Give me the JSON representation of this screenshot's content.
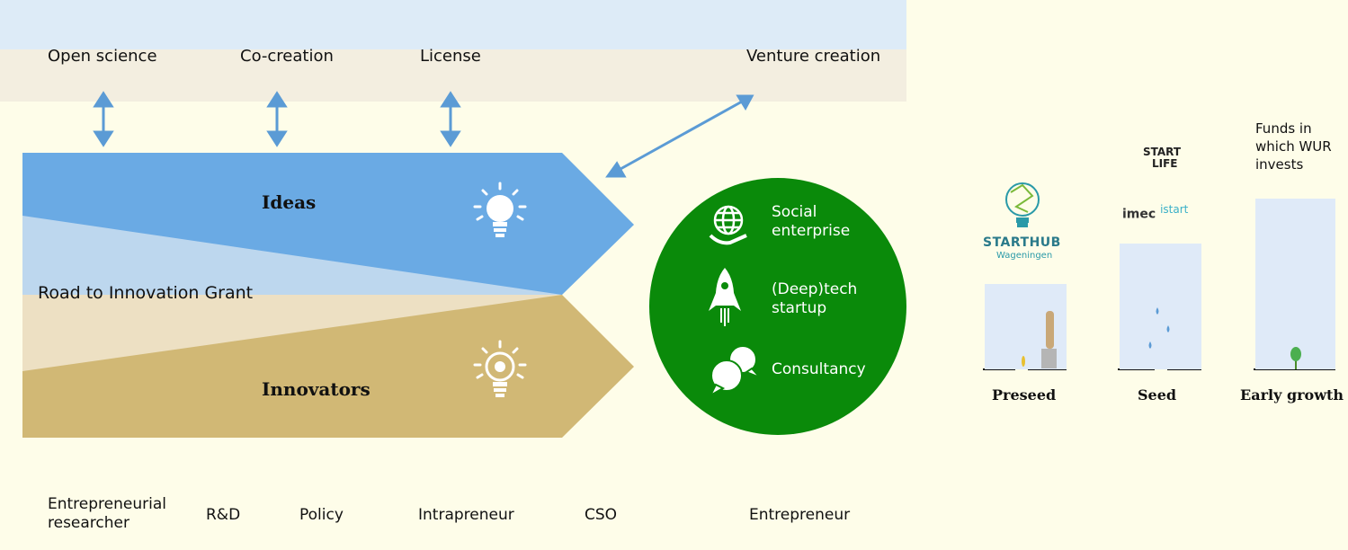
{
  "top_stages": {
    "open_science": "Open science",
    "co_creation": "Co-creation",
    "license": "License",
    "venture_creation": "Venture creation"
  },
  "flow": {
    "ideas": "Ideas",
    "innovators": "Innovators",
    "road_grant": "Road to Innovation Grant"
  },
  "circle": {
    "social": "Social enterprise",
    "deeptech": "(Deep)tech startup",
    "consultancy": "Consultancy"
  },
  "roles": {
    "entrepreneurial_researcher": "Entrepreneurial researcher",
    "rd": "R&D",
    "policy": "Policy",
    "intrapreneur": "Intrapreneur",
    "cso": "CSO",
    "entrepreneur": "Entrepreneur"
  },
  "stages": {
    "preseed": "Preseed",
    "seed": "Seed",
    "early_growth": "Early growth"
  },
  "logos": {
    "starthub": "STARTHUB",
    "starthub_sub": "Wageningen",
    "startlife_1": "START",
    "startlife_2": "LIFE",
    "imec": "imec",
    "istart": "istart"
  },
  "funds_text": "Funds in which WUR invests",
  "colors": {
    "ideas_blue": "#6aaae4",
    "light_blue": "#bdd7ee",
    "innovators_tan": "#d1b875",
    "light_tan": "#ede0c3",
    "circle_green": "#0a8a0a",
    "arrow_blue": "#5b9bd5",
    "background": "#fefde9"
  }
}
